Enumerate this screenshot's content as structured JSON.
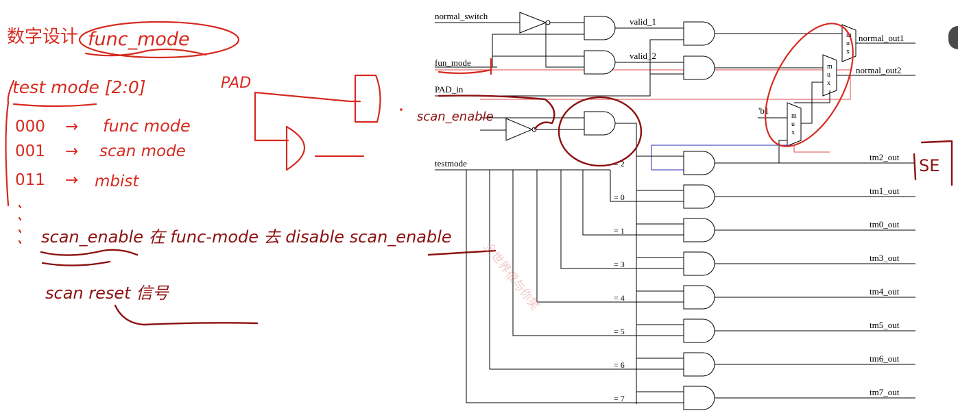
{
  "schematic": {
    "inputs": {
      "normal_switch": "normal_switch",
      "fun_mode": "fun_mode",
      "pad_in": "PAD_in",
      "testmode": "testmode"
    },
    "nets": {
      "valid_1": "valid_1",
      "valid_2": "valid_2",
      "b1": "'b1"
    },
    "mux_letters": [
      "m",
      "u",
      "x"
    ],
    "comparators": [
      "= 2",
      "= 0",
      "= 1",
      "= 3",
      "= 4",
      "= 5",
      "= 6",
      "= 7"
    ],
    "outputs": {
      "normal_out1": "normal_out1",
      "normal_out2": "normal_out2",
      "tm": [
        "tm2_out",
        "tm1_out",
        "tm0_out",
        "tm3_out",
        "tm4_out",
        "tm5_out",
        "tm6_out",
        "tm7_out"
      ]
    }
  },
  "annotations": {
    "title_prefix": "数字设计",
    "func_mode": "func_mode",
    "test_mode": "test mode [2:0]",
    "modes": [
      {
        "code": "000",
        "arrow": "→",
        "name": "func mode"
      },
      {
        "code": "001",
        "arrow": "→",
        "name": "scan mode"
      },
      {
        "code": "011",
        "arrow": "→",
        "name": "mbist"
      }
    ],
    "pad": "PAD",
    "scan_enable_note": "scan_enable 在 func-mode 去 disable scan_enable",
    "scan_reset_note": "scan reset 信号",
    "scan_enable_label": "scan_enable",
    "se": "SE"
  },
  "watermark": "全世界很与你笑"
}
